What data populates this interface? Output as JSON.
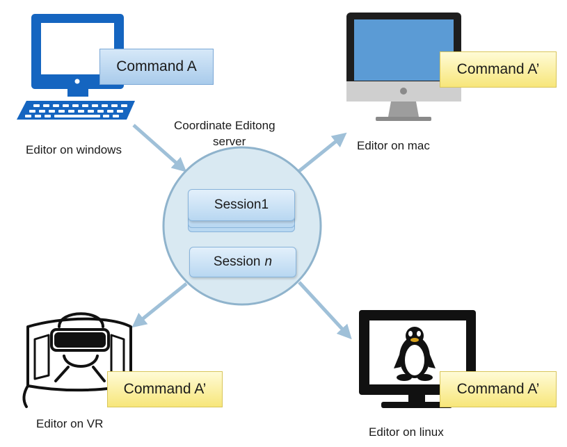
{
  "server": {
    "title_line1": "Coordinate Editong",
    "title_line2": "server",
    "session1_label": "Session1",
    "sessionn_prefix": "Session",
    "sessionn_var": "n"
  },
  "nodes": {
    "windows": {
      "label": "Editor on windows",
      "command": "Command A"
    },
    "mac": {
      "label": "Editor on mac",
      "command": "Command A’"
    },
    "vr": {
      "label": "Editor on VR",
      "command": "Command A’"
    },
    "linux": {
      "label": "Editor on linux",
      "command": "Command A’"
    }
  },
  "colors": {
    "windows_blue": "#1565c0",
    "mac_screen": "#5b9bd5",
    "arrow": "#9fc0d8",
    "server_fill": "#d9e9f2",
    "server_stroke": "#8fb3cc"
  }
}
